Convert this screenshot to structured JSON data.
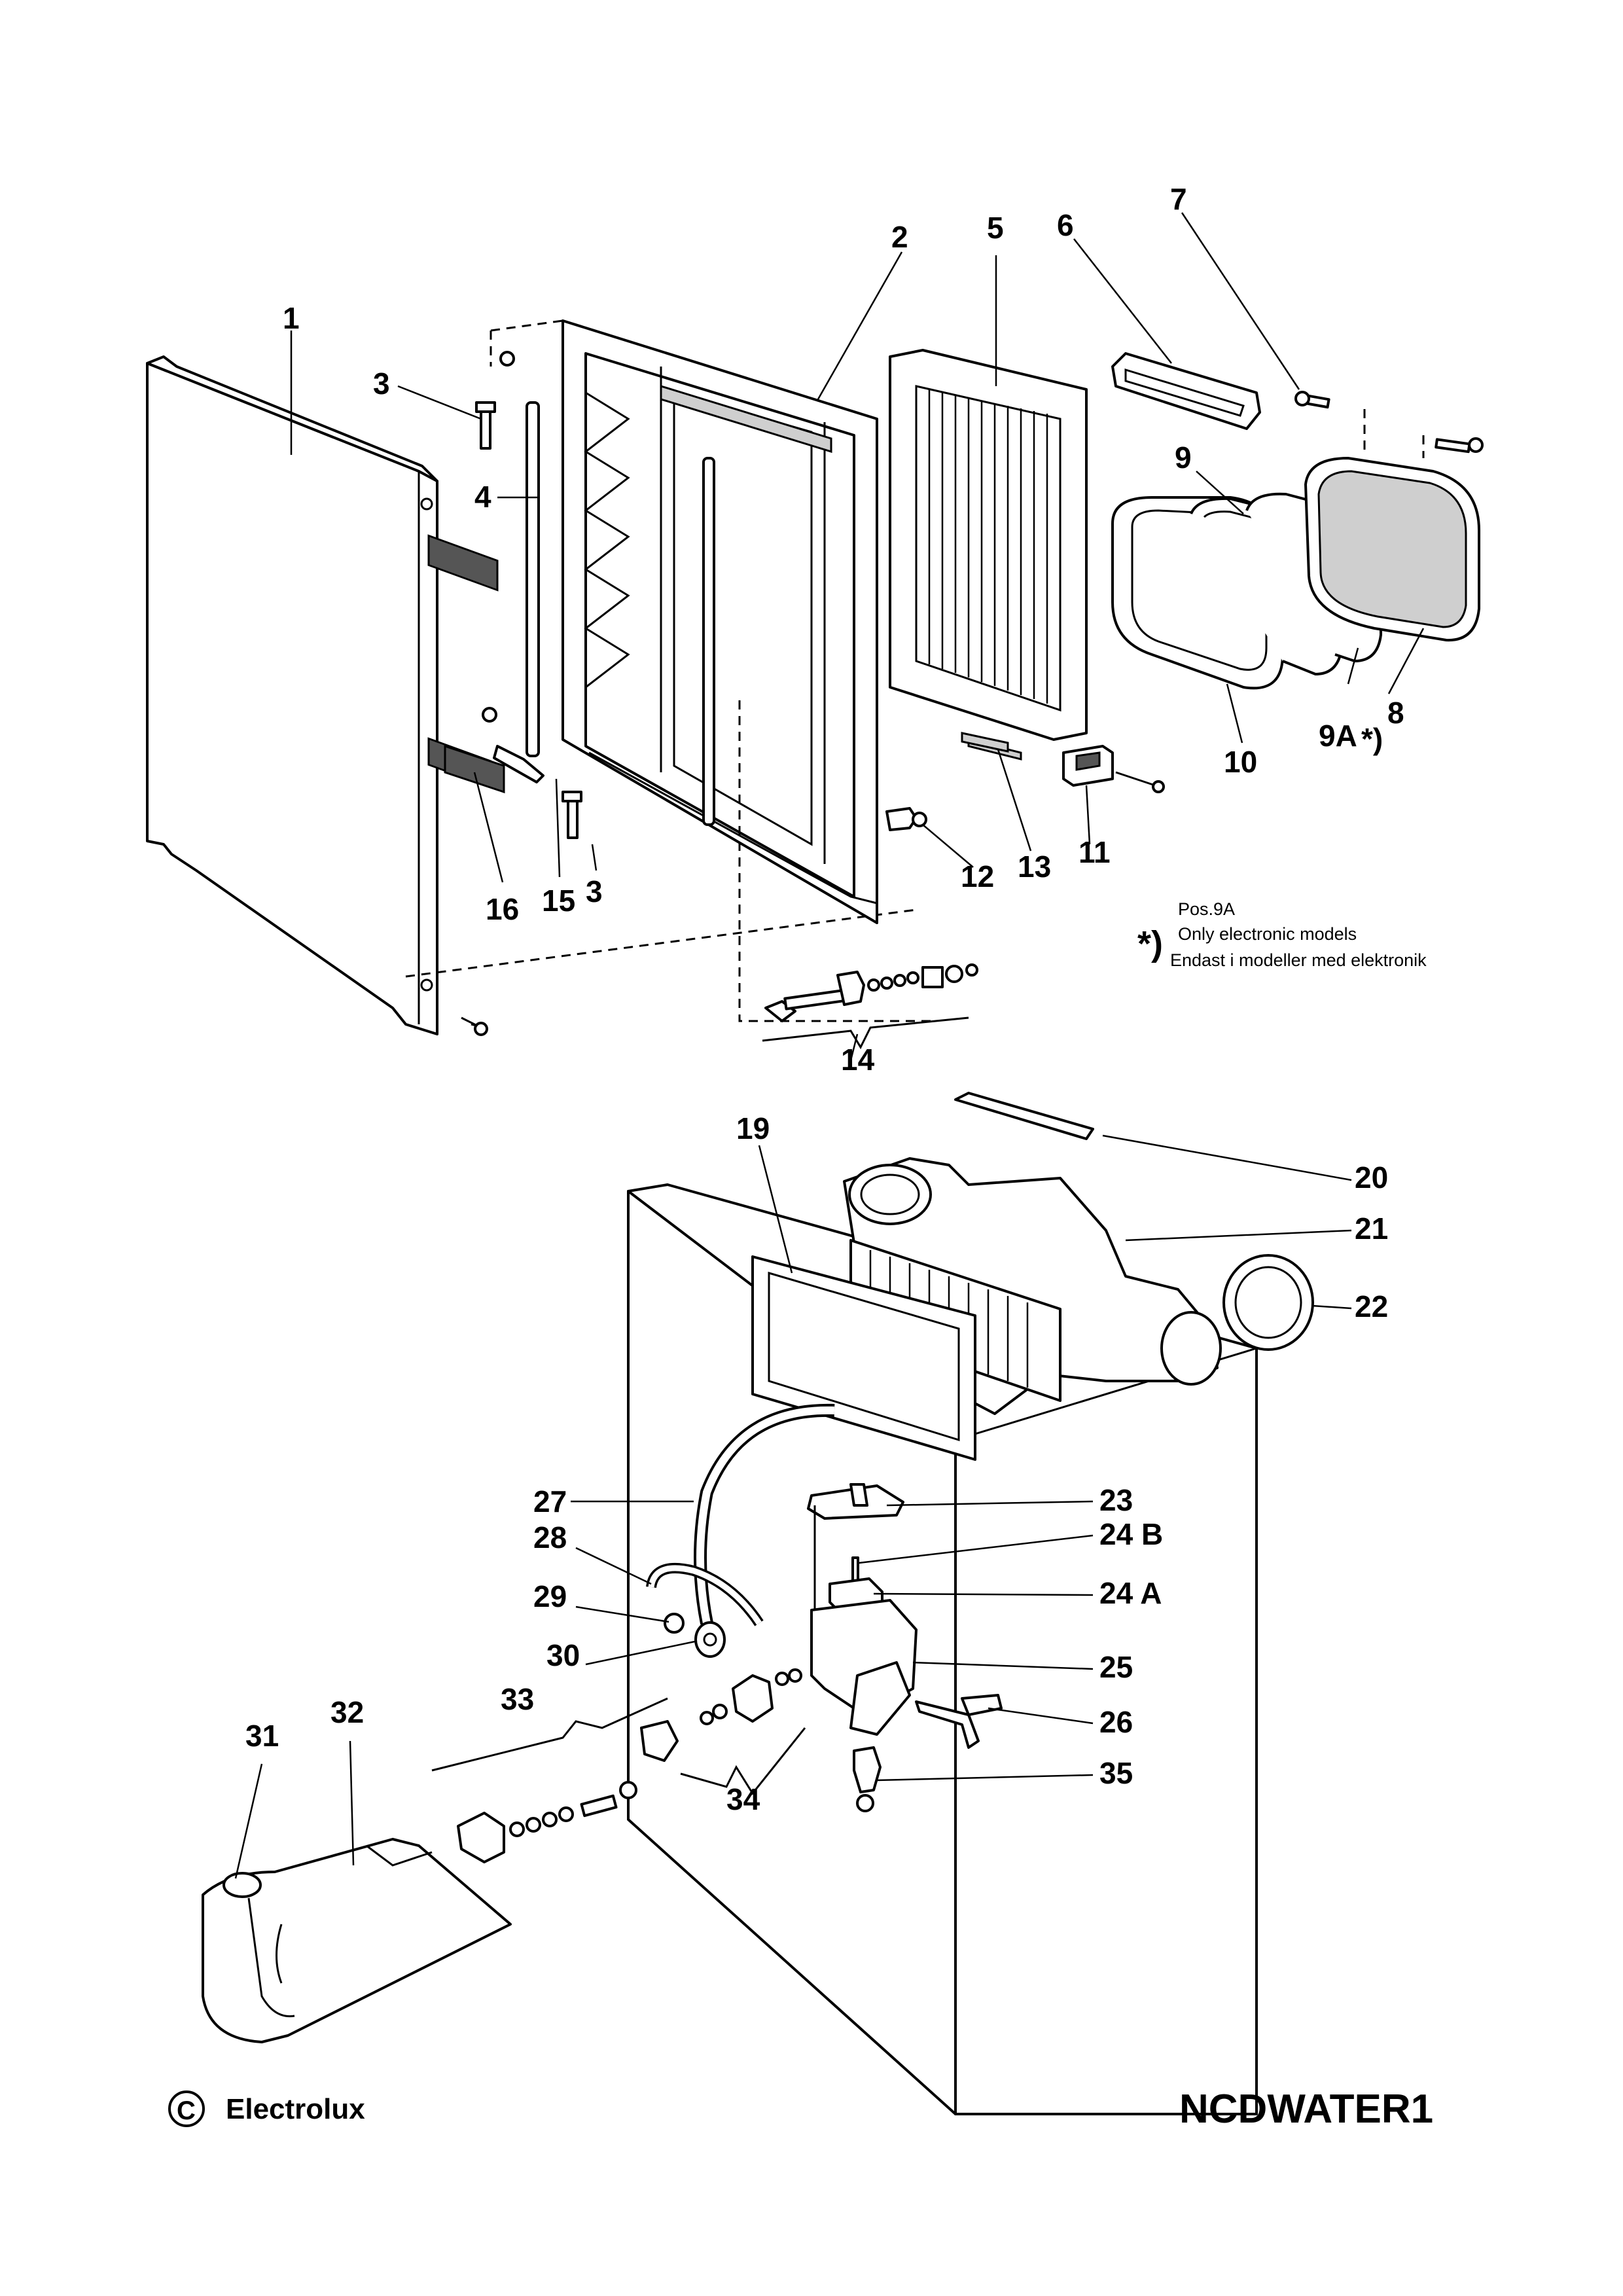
{
  "parts": {
    "p1": "1",
    "p2": "2",
    "p3a": "3",
    "p3b": "3",
    "p4": "4",
    "p5": "5",
    "p6": "6",
    "p7": "7",
    "p8": "8",
    "p9": "9",
    "p9a": "9A",
    "p9a_mark": "*)",
    "p10": "10",
    "p11": "11",
    "p12": "12",
    "p13": "13",
    "p14": "14",
    "p15": "15",
    "p16": "16",
    "p19": "19",
    "p20": "20",
    "p21": "21",
    "p22": "22",
    "p23": "23",
    "p24b": "24 B",
    "p24a": "24 A",
    "p25": "25",
    "p26": "26",
    "p27": "27",
    "p28": "28",
    "p29": "29",
    "p30": "30",
    "p31": "31",
    "p32": "32",
    "p33": "33",
    "p34": "34",
    "p35": "35"
  },
  "footnote": {
    "symbol": "*)",
    "line1": "Pos.9A",
    "line2": "Only electronic models",
    "line3": "Endast i modeller med elektronik"
  },
  "footer": {
    "copyright_symbol": "C",
    "brand": "Electrolux",
    "code": "NCDWATER1"
  }
}
